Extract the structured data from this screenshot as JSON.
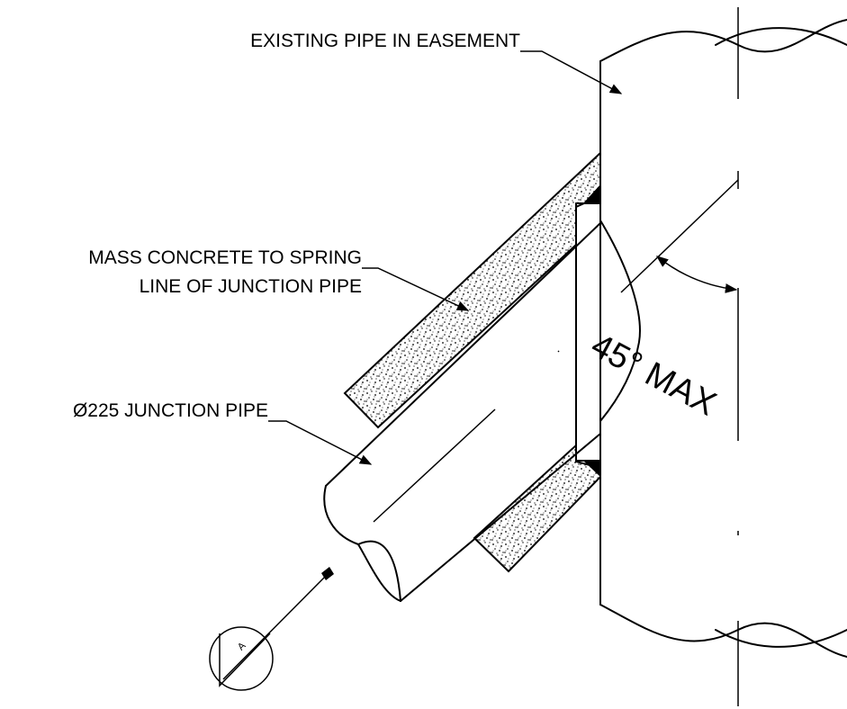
{
  "labels": {
    "existing_pipe": "EXISTING PIPE IN EASEMENT",
    "mass_concrete_line1": "MASS CONCRETE TO SPRING",
    "mass_concrete_line2": "LINE OF JUNCTION PIPE",
    "junction_pipe": "Ø225 JUNCTION PIPE",
    "angle": "45° MAX",
    "section_marker": "A"
  }
}
